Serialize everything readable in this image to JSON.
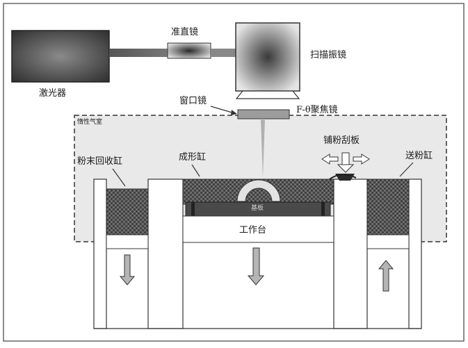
{
  "labels": {
    "laser": "激光器",
    "collimator": "准直镜",
    "scanner": "扫描振镜",
    "window": "窗口镜",
    "f_theta": "F-θ聚焦镜",
    "chamber": "惰性气室",
    "recoater": "铺粉刮板",
    "overflow_cylinder": "粉末回收缸",
    "build_cylinder": "成形缸",
    "feed_cylinder": "送粉缸",
    "substrate": "基板",
    "platform": "工作台"
  }
}
